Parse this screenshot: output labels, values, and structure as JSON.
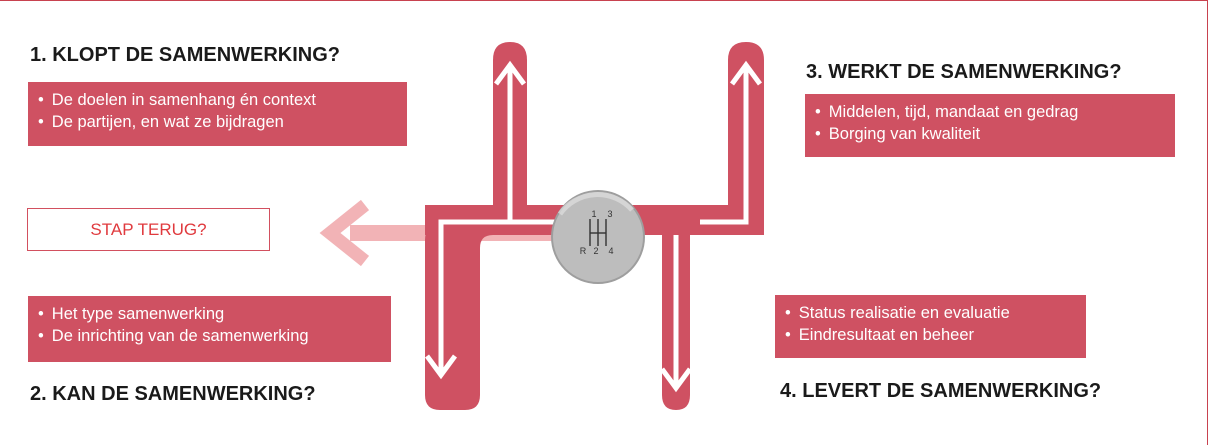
{
  "step1": {
    "title": "1. KLOPT DE SAMENWERKING?",
    "items": [
      "De doelen in samenhang én context",
      "De partijen, en wat ze bijdragen"
    ]
  },
  "step2": {
    "title": "2. KAN DE SAMENWERKING?",
    "items": [
      "Het type samenwerking",
      "De inrichting van de samenwerking"
    ]
  },
  "step3": {
    "title": "3. WERKT DE SAMENWERKING?",
    "items": [
      "Middelen, tijd, mandaat en gedrag",
      "Borging van kwaliteit"
    ]
  },
  "step4": {
    "title": "4. LEVERT DE SAMENWERKING?",
    "items": [
      "Status realisatie en evaluatie",
      "Eindresultaat en beheer"
    ]
  },
  "back": {
    "label": "STAP TERUG?"
  },
  "knob": {
    "top_left": "1",
    "top_right": "3",
    "bottom": [
      "R",
      "2",
      "4"
    ]
  },
  "colors": {
    "accent": "#cf5162",
    "back_text": "#e03a3e",
    "back_arrow": "#f2b3b6",
    "knob": "#bdbdbd"
  }
}
